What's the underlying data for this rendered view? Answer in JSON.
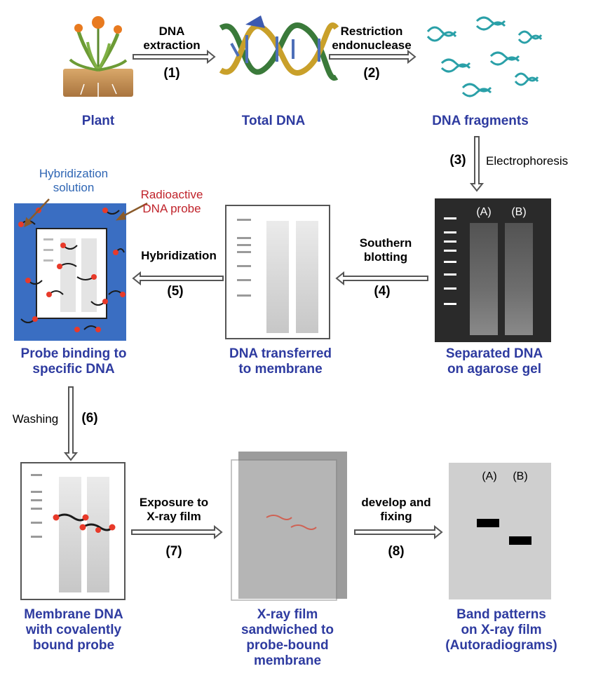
{
  "nodes": {
    "plant": "Plant",
    "total_dna": "Total DNA",
    "dna_fragments": "DNA fragments",
    "separated_line1": "Separated DNA",
    "separated_line2": "on agarose gel",
    "transferred_line1": "DNA transferred",
    "transferred_line2": "to membrane",
    "probe_line1": "Probe binding to",
    "probe_line2": "specific DNA",
    "membrane_line1": "Membrane DNA",
    "membrane_line2": "with covalently",
    "membrane_line3": "bound probe",
    "xray_line1": "X-ray film",
    "xray_line2": "sandwiched  to",
    "xray_line3": "probe-bound",
    "xray_line4": "membrane",
    "band_line1": "Band patterns",
    "band_line2": "on X-ray film",
    "band_line3": "(Autoradiograms)"
  },
  "steps": {
    "s1_line1": "DNA",
    "s1_line2": "extraction",
    "s1_num": "(1)",
    "s2_line1": "Restriction",
    "s2_line2": "endonuclease",
    "s2_num": "(2)",
    "s3_label": "Electrophoresis",
    "s3_num": "(3)",
    "s4_line1": "Southern",
    "s4_line2": "blotting",
    "s4_num": "(4)",
    "s5_label": "Hybridization",
    "s5_num": "(5)",
    "s6_label": "Washing",
    "s6_num": "(6)",
    "s7_line1": "Exposure to",
    "s7_line2": "X-ray film",
    "s7_num": "(7)",
    "s8_line1": "develop and",
    "s8_line2": "fixing",
    "s8_num": "(8)"
  },
  "annotations": {
    "hyb_solution_line1": "Hybridization",
    "hyb_solution_line2": "solution",
    "radio_probe_line1": "Radioactive",
    "radio_probe_line2": "DNA probe"
  },
  "lanes": {
    "gel_a": "(A)",
    "gel_b": "(B)",
    "film_a": "(A)",
    "film_b": "(B)"
  },
  "colors": {
    "label_blue": "#2e3ba0",
    "hyb_blue": "#2f66b4",
    "probe_red": "#c0232b",
    "solution_bg": "#3a6ec2",
    "gel_bg": "#2a2a2a",
    "film_bg": "#cfcfcf"
  }
}
